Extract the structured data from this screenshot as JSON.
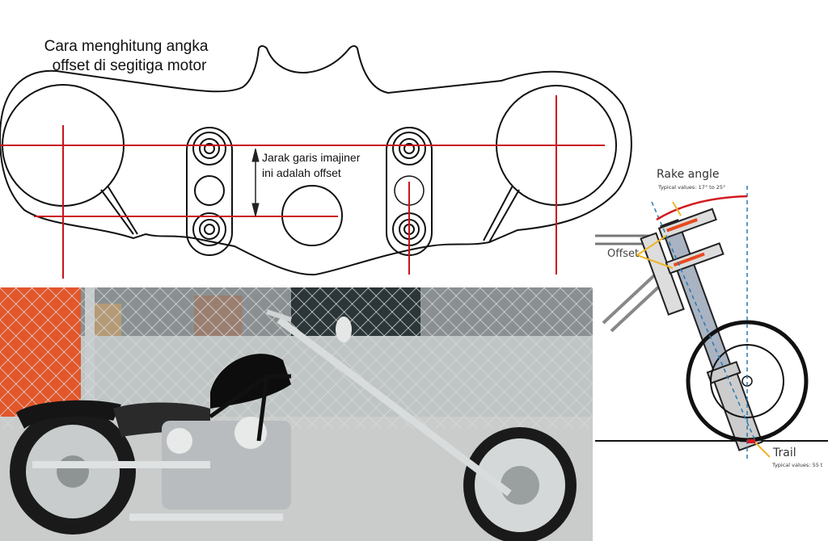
{
  "title": {
    "line1": "Cara menghitung angka",
    "line2": "offset di segitiga motor"
  },
  "triple_clamp_diagram": {
    "annotation_line1": "Jarak garis imajiner",
    "annotation_line2": "ini adalah offset",
    "line_color": "#c8141e",
    "outline_color": "#111111"
  },
  "rake_diagram": {
    "rake_angle_label": "Rake angle",
    "rake_angle_typical": "Typical values: 17° to 25°",
    "offset_label": "Offset",
    "trail_label": "Trail",
    "trail_typical": "Typical values: 55 t",
    "accent_red": "#d21a20",
    "accent_yellow": "#f0b429",
    "axis_blue": "#2a7ab0"
  },
  "photo": {
    "subject": "chopper-motorcycle-photo",
    "fence_orange": "#e2562a",
    "ground": "#c9ccca"
  }
}
